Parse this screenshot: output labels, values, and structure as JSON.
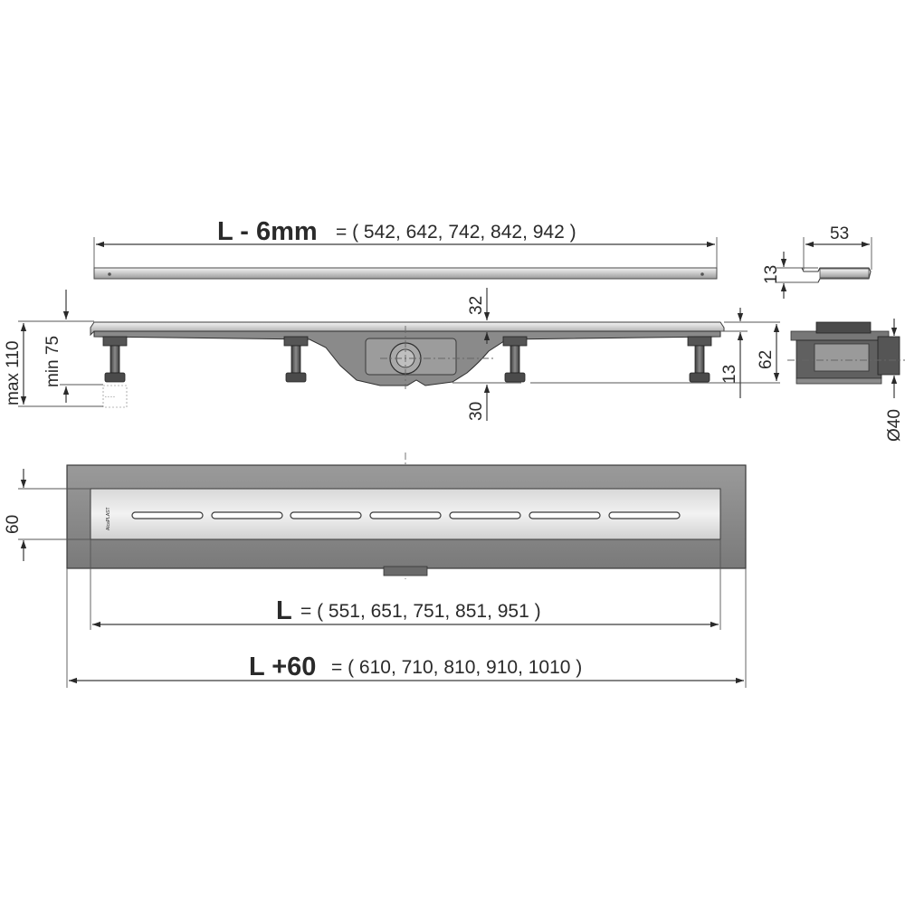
{
  "top_view": {
    "main_label": "L - 6mm",
    "values": "= ( 542, 642, 742, 842, 942 )"
  },
  "side_view": {
    "max_height": "max 110",
    "min_height": "min 75",
    "d32": "32",
    "d30": "30",
    "d13": "13",
    "d62": "62"
  },
  "section_view": {
    "width": "53",
    "height": "13",
    "outlet": "Ø40"
  },
  "plan_view": {
    "width": "60",
    "brand": "AlcaPLAST",
    "l_label": "L",
    "l_values": "= ( 551, 651, 751, 851, 951 )",
    "l60_label": "L +60",
    "l60_values": "= ( 610, 710, 810, 910, 1010 )"
  },
  "colors": {
    "line": "#3a3a3a",
    "frame": "#8a8a8a",
    "grate": "#e4e4e4",
    "dark": "#505050"
  }
}
